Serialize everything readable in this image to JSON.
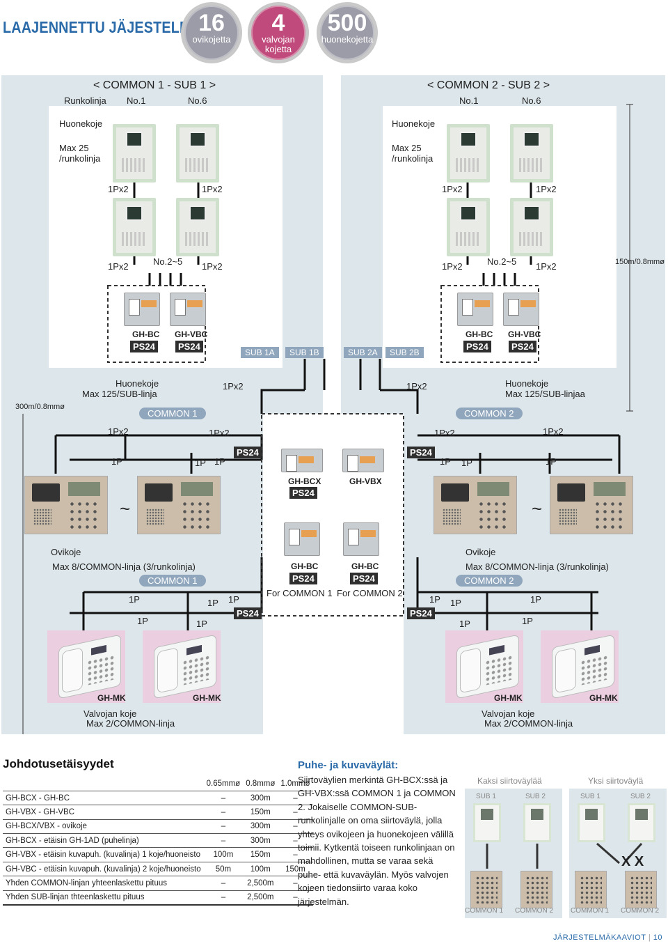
{
  "header": {
    "title": "LAAJENNETTU JÄJESTELMÄ",
    "badges": [
      {
        "number": "16",
        "line1": "ovikojetta",
        "line2": ""
      },
      {
        "number": "4",
        "line1": "valvojan",
        "line2": "kojetta"
      },
      {
        "number": "500",
        "line1": "huonekojetta",
        "line2": ""
      }
    ]
  },
  "diagram": {
    "left_group": {
      "title": "< COMMON 1 - SUB 1 >",
      "runko_label": "Runkolinja",
      "no1": "No.1",
      "no6": "No.6",
      "huonekoje": "Huonekoje",
      "max25": "Max 25",
      "per_runko": "/runkolinja",
      "p1": "1Px2",
      "p2": "1Px2",
      "p3": "1Px2",
      "p4": "1Px2",
      "no25": "No.2~5",
      "ctrl1_model": "GH-BC",
      "ctrl1_ps": "PS24",
      "ctrl2_model": "GH-VBC",
      "ctrl2_ps": "PS24",
      "sub_a": "SUB 1A",
      "sub_b": "SUB 1B"
    },
    "right_group": {
      "title": "< COMMON 2 - SUB 2 >",
      "no1": "No.1",
      "no6": "No.6",
      "huonekoje": "Huonekoje",
      "max25": "Max 25",
      "per_runko": "/runkolinja",
      "p1": "1Px2",
      "p2": "1Px2",
      "p3": "1Px2",
      "p4": "1Px2",
      "no25": "No.2~5",
      "ctrl1_model": "GH-BC",
      "ctrl1_ps": "PS24",
      "ctrl2_model": "GH-VBC",
      "ctrl2_ps": "PS24",
      "sub_a": "SUB 2A",
      "sub_b": "SUB 2B"
    },
    "distance_150": "150m/0.8mmø",
    "distance_300": "300m/0.8mmø",
    "middle": {
      "left_huonekoje": "Huonekoje",
      "left_max125": "Max 125/SUB-linja",
      "right_huonekoje": "Huonekoje",
      "right_max125": "Max 125/SUB-linjaa",
      "left_1px2_top": "1Px2",
      "right_1px2_top": "1Px2",
      "common1": "COMMON 1",
      "common2": "COMMON 2",
      "l_1px2_a": "1Px2",
      "l_1px2_b": "1Px2",
      "r_1px2_a": "1Px2",
      "r_1px2_b": "1Px2",
      "l_1p_a": "1P",
      "l_1p_b": "1P",
      "l_1p_c": "1P",
      "r_1p_a": "1P",
      "r_1p_b": "1P",
      "r_1p_c": "1P",
      "ps_left": "PS24",
      "ps_right": "PS24",
      "bcx_model": "GH-BCX",
      "bcx_ps": "PS24",
      "vbx_model": "GH-VBX",
      "tilde_left": "~",
      "tilde_right": "~",
      "ovikoje_left": "Ovikoje",
      "ovikoje_left_max": "Max 8/COMMON-linja (3/runkolinja)",
      "ovikoje_right": "Ovikoje",
      "ovikoje_right_max": "Max 8/COMMON-linja (3/runkolinja)",
      "common1_b": "COMMON 1",
      "common2_b": "COMMON 2",
      "bc1_model": "GH-BC",
      "bc1_ps": "PS24",
      "bc1_for": "For COMMON 1",
      "bc2_model": "GH-BC",
      "bc2_ps": "PS24",
      "bc2_for": "For COMMON 2",
      "ps_left2": "PS24",
      "ps_right2": "PS24",
      "lb_1p_a": "1P",
      "lb_1p_b": "1P",
      "lb_1p_c": "1P",
      "lb_1p_d": "1P",
      "lb_1p_e": "1P",
      "rb_1p_a": "1P",
      "rb_1p_b": "1P",
      "rb_1p_c": "1P",
      "rb_1p_d": "1P",
      "rb_1p_e": "1P",
      "mk1": "GH-MK",
      "mk2": "GH-MK",
      "mk3": "GH-MK",
      "mk4": "GH-MK",
      "valvojan_left": "Valvojan koje",
      "valvojan_left_max": "Max 2/COMMON-linja",
      "valvojan_right": "Valvojan koje",
      "valvojan_right_max": "Max 2/COMMON-linja"
    }
  },
  "distances": {
    "heading": "Johdotusetäisyydet",
    "columns": [
      "0.65mmø",
      "0.8mmø",
      "1.0mmø"
    ],
    "rows": [
      {
        "label": "GH-BCX - GH-BC",
        "v1": "–",
        "v2": "300m",
        "v3": "–"
      },
      {
        "label": "GH-VBX - GH-VBC",
        "v1": "–",
        "v2": "150m",
        "v3": "–"
      },
      {
        "label": "GH-BCX/VBX - ovikoje",
        "v1": "–",
        "v2": "300m",
        "v3": "–"
      },
      {
        "label": "GH-BCX - etäisin GH-1AD (puhelinja)",
        "v1": "–",
        "v2": "300m",
        "v3": "–"
      },
      {
        "label": "GH-VBX - etäisin kuvapuh. (kuvalinja) 1 koje/huoneisto",
        "v1": "100m",
        "v2": "150m",
        "v3": "–"
      },
      {
        "label": "GH-VBC - etäisin kuvapuh. (kuvalinja) 2 koje/huoneisto",
        "v1": "50m",
        "v2": "100m",
        "v3": "150m"
      },
      {
        "label": "Yhden COMMON-linjan yhteenlaskettu pituus",
        "v1": "–",
        "v2": "2,500m",
        "v3": "–"
      },
      {
        "label": "Yhden SUB-linjan thteenlaskettu pituus",
        "v1": "–",
        "v2": "2,500m",
        "v3": "–"
      }
    ]
  },
  "bus": {
    "heading": "Puhe- ja kuvaväylät:",
    "text": "Siirtoväylien merkintä GH-BCX:ssä ja GH-VBX:ssä COMMON 1 ja COMMON 2. Jokaiselle COMMON-SUB-runkolinjalle on oma siirtoväylä, jolla yhteys ovikojeen ja huonekojeen välillä toimii. Kytkentä toiseen runkolinjaan on mahdollinen, mutta se varaa sekä puhe- että kuvaväylän. Myös valvojen kojeen tiedonsiirto varaa koko järjestelmän."
  },
  "mini": {
    "two_label": "Kaksi siirtoväylää",
    "one_label": "Yksi siirtoväylä",
    "sub1": "SUB 1",
    "sub2": "SUB 2",
    "sub1b": "SUB 1",
    "sub2b": "SUB 2",
    "c1": "COMMON 1",
    "c2": "COMMON 2",
    "c1b": "COMMON 1",
    "c2b": "COMMON 2",
    "xx": "X X"
  },
  "footer": {
    "text": "JÄRJESTELMÄKAAVIOT",
    "page": "10"
  },
  "colors": {
    "accent": "#2a6aa8",
    "panel": "#dde6ea",
    "pill": "#8fa6bd",
    "magenta": "#c04a7b",
    "pink": "#ebcfe0"
  }
}
